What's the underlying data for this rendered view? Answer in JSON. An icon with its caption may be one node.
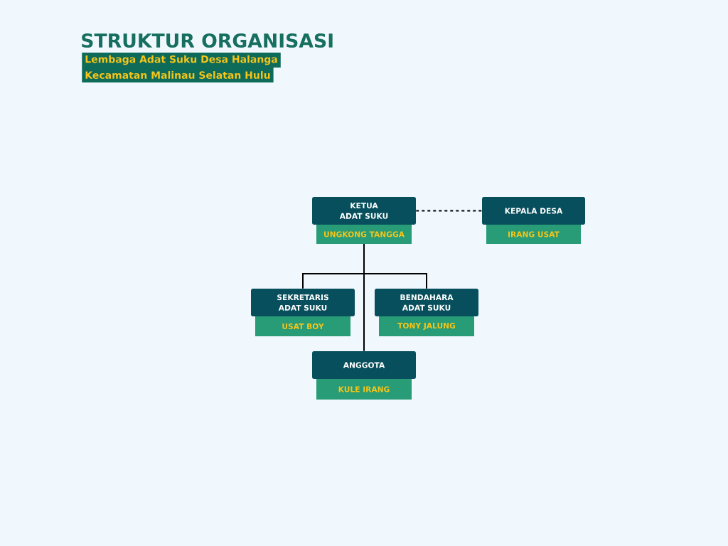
{
  "diagram": {
    "title": "STRUKTUR ORGANISASI",
    "nodes": [
      {
        "text": [
          "Lembaga Adat Suku Desa Halanga"
        ]
      },
      {
        "text": [
          "Kecamatan Malinau Selatan Hulu"
        ]
      },
      {
        "text": [
          "KETUA ADAT SUKU"
        ]
      },
      {
        "text": [
          "UNGKONG TANGGA"
        ]
      },
      {
        "text": [
          "KEPALA DESA"
        ]
      },
      {
        "text": [
          "IRANG USAT"
        ]
      },
      {
        "text": [
          "SEKRETARIS ADAT SUKU"
        ]
      },
      {
        "text": [
          "USAT BOY"
        ]
      },
      {
        "text": [
          "BENDAHARA ADAT SUKU"
        ]
      },
      {
        "text": [
          "TONY JALUNG"
        ]
      },
      {
        "text": [
          "ANGGOTA"
        ]
      },
      {
        "text": [
          "KULE IRANG"
        ]
      }
    ],
    "edges": [
      {
        "from": 2,
        "to": 4,
        "arrow": "none",
        "style": "dashed"
      },
      {
        "from": 3,
        "to": 6,
        "arrow": "none"
      },
      {
        "from": 3,
        "to": 8,
        "arrow": "none"
      },
      {
        "from": 3,
        "to": 10,
        "arrow": "none"
      }
    ]
  }
}
